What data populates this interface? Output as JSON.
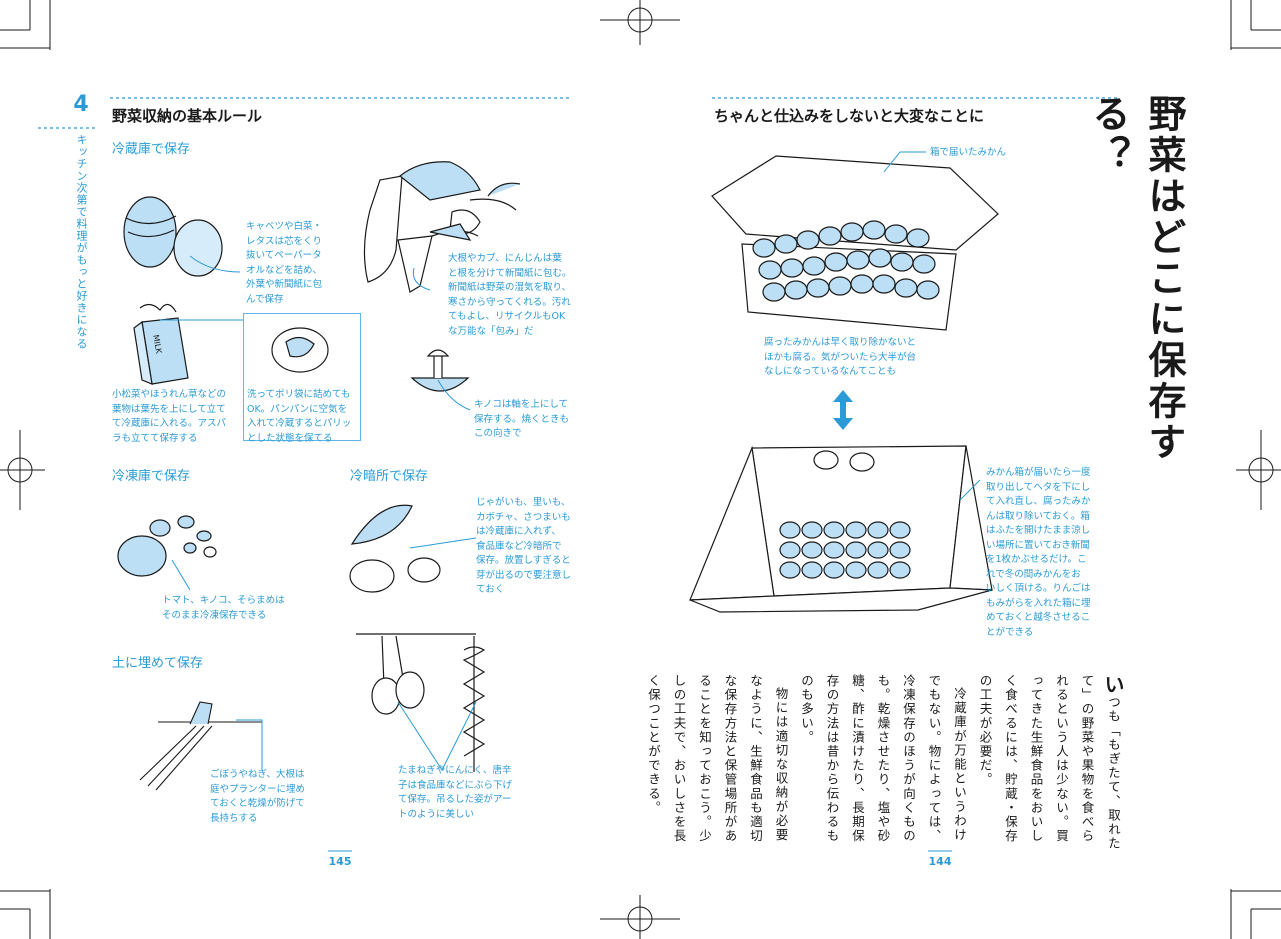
{
  "left_page": {
    "chapter_number": "4",
    "chapter_title": "キッチン次第で料理がもっと好きになる",
    "heading": "野菜収納の基本ルール",
    "page_number": "145",
    "sections": {
      "fridge": {
        "title": "冷蔵庫で保存",
        "note_cabbage": "キャベツや白菜・\nレタスは芯をくり\n抜いてペーパータ\nオルなどを詰め、\n外葉や新聞紙に包\nんで保存",
        "note_daikon": "大根やカブ、にんじんは葉\nと根を分けて新聞紙に包む。\n新聞紙は野菜の湿気を取り、\n寒さから守ってくれる。汚れ\nてもよし、リサイクルもOK\nな万能な「包み」だ",
        "note_greens": "小松菜やほうれん草などの\n葉物は葉先を上にして立て\nて冷蔵庫に入れる。アスパ\nラも立てて保存する",
        "milk_label": "MILK",
        "note_bag": "洗ってポリ袋に詰めても\nOK。パンパンに空気を\n入れて冷蔵するとパリッ\nとした状態を保てる",
        "note_mushroom": "キノコは軸を上にして\n保存する。焼くときも\nこの向きで"
      },
      "freezer": {
        "title": "冷凍庫で保存",
        "note": "トマト、キノコ、そらまめは\nそのまま冷凍保存できる"
      },
      "cool_dark": {
        "title": "冷暗所で保存",
        "note": "じゃがいも、里いも、\nカボチャ、さつまいも\nは冷蔵庫に入れず、\n食品庫など冷暗所で\n保存。放置しすぎると\n芽が出るので要注意し\nておく"
      },
      "bury": {
        "title": "土に埋めて保存",
        "note": "ごぼうやねぎ、大根は\n庭やプランターに埋め\nておくと乾燥が防げて\n長持ちする"
      },
      "hang_note": "たまねぎやにんにく、唐辛\n子は食品庫などにぶら下げ\nて保存。吊るした姿がアー\nトのように美しい"
    }
  },
  "right_page": {
    "heading": "ちゃんと仕込みをしないと大変なことに",
    "title": "野菜はどこに保存する？",
    "page_number": "144",
    "label_box": "箱で届いたみかん",
    "note_rot": "腐ったみかんは早く取り除かないと\nほかも腐る。気がついたら大半が台\nなしになっているなんてことも",
    "note_box": "みかん箱が届いたら一度\n取り出してヘタを下にし\nて入れ直し、腐ったみか\nんは取り除いておく。箱\nはふたを開けたまま涼し\nい場所に置いておき新聞\nを1枚かぶせるだけ。こ\nれで冬の間みかんをお\nいしく頂ける。りんごは\nもみがらを入れた箱に埋\nめておくと越冬させるこ\nとができる",
    "body_first_char": "い",
    "body_p1": "つも「もぎたて、取れたて」の野菜や果物を食べられるという人は少ない。買ってきた生鮮食品をおいしく食べるには、貯蔵・保存の工夫が必要だ。",
    "body_p2": "冷蔵庫が万能というわけでもない。物によっては、冷凍保存のほうが向くものも。乾燥させたり、塩や砂糖、酢に漬けたり、長期保存の方法は昔から伝わるものも多い。",
    "body_p3": "物には適切な収納が必要なように、生鮮食品も適切な保存方法と保管場所があることを知っておこう。少しの工夫で、おいしさを長く保つことができる。"
  },
  "colors": {
    "accent": "#2a9bd6",
    "fill_light": "#bcdff5",
    "ink": "#1a1a1a"
  }
}
